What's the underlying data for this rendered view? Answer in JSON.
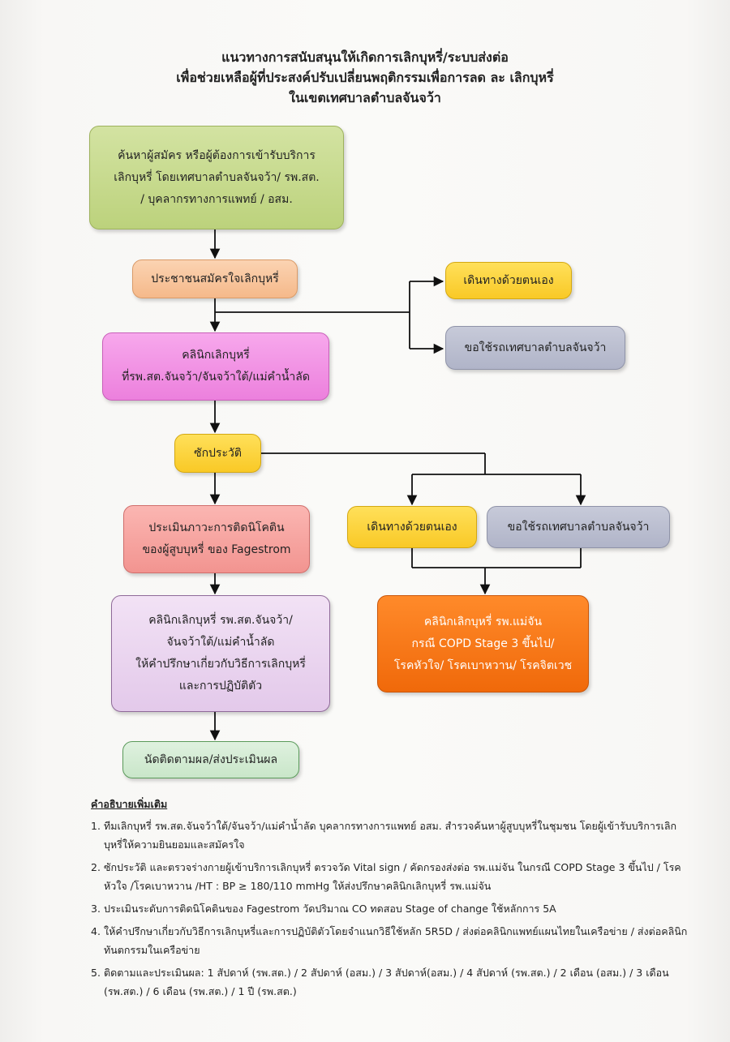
{
  "title": {
    "line1": "แนวทางการสนับสนุนให้เกิดการเลิกบุหรี่/ระบบส่งต่อ",
    "line2": "เพื่อช่วยเหลือผู้ที่ประสงค์ปรับเปลี่ยนพฤติกรรมเพื่อการลด ละ เลิกบุหรี่",
    "line3": "ในเขตเทศบาลตำบลจันจว้า"
  },
  "nodes": {
    "search": [
      "ค้นหาผู้สมัคร หรือผู้ต้องการเข้ารับบริการ",
      "เลิกบุหรี่ โดยเทศบาลตำบลจันจว้า/ รพ.สต.",
      "/ บุคลากรทางการแพทย์ / อสม."
    ],
    "volunteer": "ประชาชนสมัครใจเลิกบุหรี่",
    "self_travel_1": "เดินทางด้วยตนเอง",
    "municipal_car_1": "ขอใช้รถเทศบาลตำบลจันจว้า",
    "clinic": [
      "คลินิกเลิกบุหรี่",
      "ที่รพ.สต.จันจว้า/จันจว้าใต้/แม่คำน้ำลัด"
    ],
    "screening": "ซักประวัติ",
    "self_travel_2": "เดินทางด้วยตนเอง",
    "municipal_car_2": "ขอใช้รถเทศบาลตำบลจันจว้า",
    "fagerstrom": [
      "ประเมินภาวะการติดนิโคติน",
      "ของผู้สูบบุหรี่ ของ Fagestrom"
    ],
    "counsel": [
      "คลินิกเลิกบุหรี่ รพ.สต.จันจว้า/",
      "จันจว้าใต้/แม่คำน้ำลัด",
      "ให้คำปรึกษาเกี่ยวกับวิธีการเลิกบุหรี่",
      "และการปฏิบัติตัว"
    ],
    "hospital": [
      "คลินิกเลิกบุหรี่ รพ.แม่จัน",
      "กรณี COPD Stage 3 ขึ้นไป/",
      "โรคหัวใจ/ โรคเบาหวาน/ โรคจิตเวช"
    ],
    "followup": "นัดติดตามผล/ส่งประเมินผล"
  },
  "notes": {
    "heading": "คำอธิบายเพิ่มเติม",
    "items": [
      {
        "num": "1.",
        "text": "ทีมเลิกบุหรี่ รพ.สต.จันจว้าใต้/จันจว้า/แม่คำน้ำลัด บุคลากรทางการแพทย์ อสม. สำรวจค้นหาผู้สูบบุหรี่ในชุมชน โดยผู้เข้ารับบริการเลิกบุหรี่ให้ความยินยอมและสมัครใจ"
      },
      {
        "num": "2.",
        "text": "ซักประวัติ และตรวจร่างกายผู้เข้าบริการเลิกบุหรี่ ตรวจวัด Vital sign / คัดกรองส่งต่อ รพ.แม่จัน ในกรณี COPD Stage 3 ขึ้นไป / โรคหัวใจ /โรคเบาหวาน /HT : BP ≥ 180/110 mmHg ให้ส่งปรึกษาคลินิกเลิกบุหรี่ รพ.แม่จัน"
      },
      {
        "num": "3.",
        "text": "ประเมินระดับการติดนิโคตินของ Fagestrom วัดปริมาณ CO ทดสอบ Stage of change ใช้หลักการ 5A"
      },
      {
        "num": "4.",
        "text": "ให้คำปรึกษาเกี่ยวกับวิธีการเลิกบุหรี่และการปฏิบัติตัวโดยจำแนกวิธีใช้หลัก 5R5D / ส่งต่อคลินิกแพทย์แผนไทยในเครือข่าย / ส่งต่อคลินิกทันตกรรมในเครือข่าย"
      },
      {
        "num": "5.",
        "text": "ติดตามและประเมินผล: 1 สัปดาห์ (รพ.สต.) / 2 สัปดาห์ (อสม.) / 3 สัปดาห์(อสม.) / 4 สัปดาห์ (รพ.สต.) / 2 เดือน (อสม.) / 3 เดือน (รพ.สต.) / 6 เดือน (รพ.สต.) / 1 ปี (รพ.สต.)"
      }
    ]
  },
  "colors": {
    "search": "#c8db8f",
    "volunteer": "#f8c7a0",
    "clinic": "#f294e6",
    "screening": "#fcd33c",
    "self_travel": "#fcd33c",
    "municipal_car": "#bdc0d1",
    "fagerstrom": "#f7a5a1",
    "counsel": "#ead6ef",
    "hospital": "#f77a1c",
    "followup": "#d4ecd4"
  }
}
